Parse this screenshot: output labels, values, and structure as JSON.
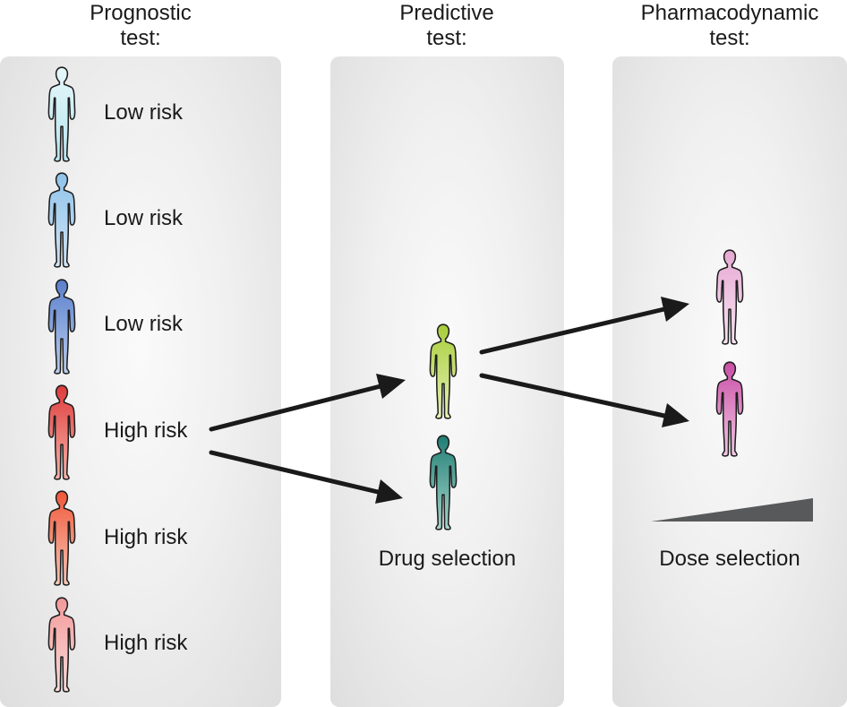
{
  "headings": {
    "prognostic": [
      "Prognostic",
      "test:"
    ],
    "predictive": [
      "Predictive",
      "test:"
    ],
    "pharmacodynamic": [
      "Pharmacodynamic",
      "test:"
    ]
  },
  "prognostic_patients": [
    {
      "label": "Low risk",
      "color_top": "#e6f7fb",
      "color_bottom": "#b7e6ef"
    },
    {
      "label": "Low risk",
      "color_top": "#8fc3ea",
      "color_bottom": "#cfe4f6"
    },
    {
      "label": "Low risk",
      "color_top": "#5a7fcb",
      "color_bottom": "#b9cdee"
    },
    {
      "label": "High risk",
      "color_top": "#de3b3b",
      "color_bottom": "#f7b3a8"
    },
    {
      "label": "High risk",
      "color_top": "#f0573a",
      "color_bottom": "#f9c5b4"
    },
    {
      "label": "High risk",
      "color_top": "#f3999a",
      "color_bottom": "#fadcd8"
    }
  ],
  "predictive": {
    "patients": [
      {
        "color_top": "#a8cd3a",
        "color_bottom": "#e5f1b4"
      },
      {
        "color_top": "#1f7d73",
        "color_bottom": "#a6d6cc"
      }
    ],
    "label": "Drug selection"
  },
  "pharmacodynamic": {
    "patients": [
      {
        "color_top": "#e6a9d3",
        "color_bottom": "#f8e3f1"
      },
      {
        "color_top": "#c94ea5",
        "color_bottom": "#f1c7e4"
      }
    ],
    "label": "Dose selection"
  },
  "colors": {
    "outline": "#1e1e1e",
    "arrow": "#1a1a1a",
    "dose_wedge": "#58595b"
  }
}
